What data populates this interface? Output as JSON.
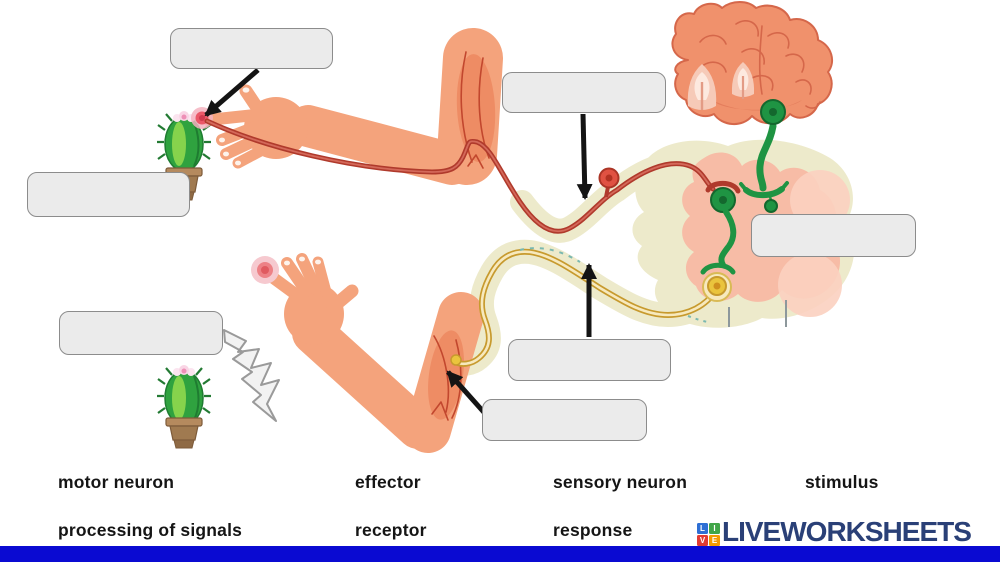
{
  "colors": {
    "skin": "#f4a37c",
    "muscle": "#ee8c64",
    "muscle_line": "#c2472e",
    "brain": "#f0916c",
    "brain_line": "#d5674a",
    "cord_outer": "#edeacb",
    "cord_gray": "#f7bca6",
    "neuron_red": "#b03a2c",
    "neuron_red_light": "#d4695a",
    "neuron_green": "#1f9443",
    "neuron_green_dark": "#14682e",
    "neuron_yellow": "#eac43d",
    "neuron_yellow_dark": "#c79a2e",
    "neuron_yellow_pale": "#f7e9bd",
    "box_fill": "#ebebeb",
    "box_border": "#8c8c8c",
    "arrow_black": "#141414",
    "bolt_fill": "#f2f2f2",
    "bolt_border": "#9a9a9a",
    "word_text": "#151515",
    "footer_bar": "#0a0ad2",
    "logo_text": "#2a4077",
    "logo_l_bg": "#2e6fd4",
    "logo_i_bg": "#41a648",
    "logo_v_bg": "#e23b33",
    "logo_e_bg": "#f59a00"
  },
  "answer_boxes": {
    "count": 7,
    "values": [
      "",
      "",
      "",
      "",
      "",
      "",
      ""
    ]
  },
  "word_bank": {
    "rows": [
      [
        "motor neuron",
        "effector",
        "sensory neuron",
        "stimulus"
      ],
      [
        "processing of signals",
        "receptor",
        "response"
      ]
    ]
  },
  "footer": {
    "blocks": [
      "L",
      "I",
      "V",
      "E"
    ],
    "brand": "LIVEWORKSHEETS"
  }
}
